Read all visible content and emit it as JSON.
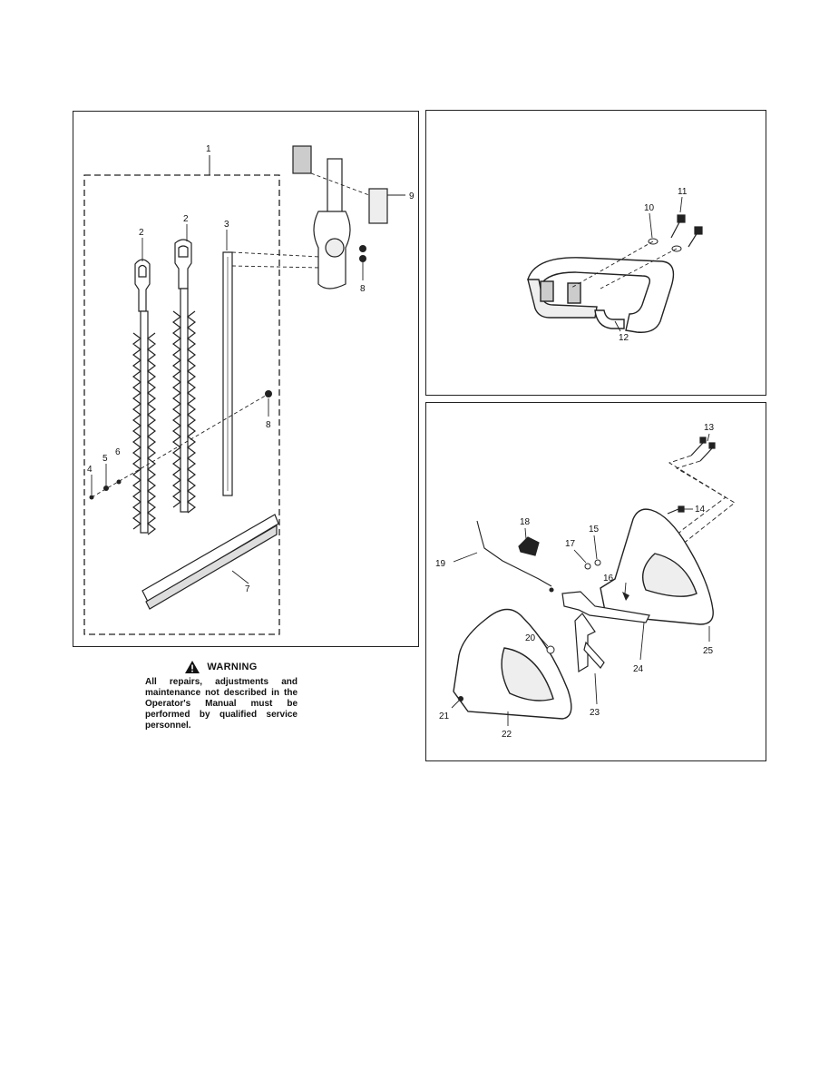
{
  "panel_a": {
    "callouts": {
      "c1": "1",
      "c2a": "2",
      "c2b": "2",
      "c3": "3",
      "c4": "4",
      "c5": "5",
      "c6": "6",
      "c7": "7",
      "c8a": "8",
      "c8b": "8",
      "c9": "9"
    }
  },
  "panel_b": {
    "callouts": {
      "c10": "10",
      "c11": "11",
      "c12": "12"
    }
  },
  "panel_c": {
    "callouts": {
      "c13": "13",
      "c14": "14",
      "c15": "15",
      "c16": "16",
      "c17": "17",
      "c18": "18",
      "c19": "19",
      "c20": "20",
      "c21": "21",
      "c22": "22",
      "c23": "23",
      "c24": "24",
      "c25": "25"
    }
  },
  "warning": {
    "icon": "warning-triangle-icon",
    "title": "WARNING",
    "text": "All repairs, adjustments and maintenance not described in the Operator's Manual must be performed by qualified service personnel."
  }
}
